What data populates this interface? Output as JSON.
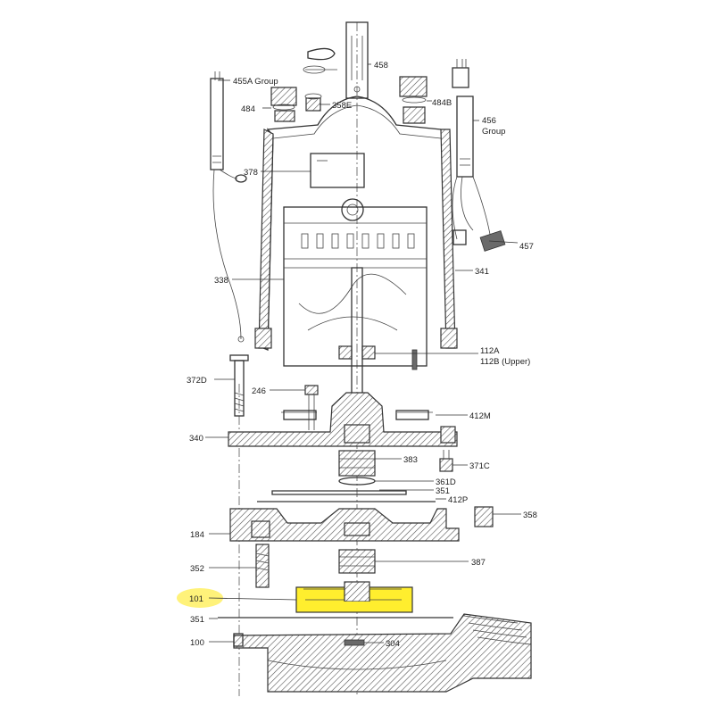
{
  "labels": {
    "p458": "458",
    "p455a": "455A Group",
    "p484l": "484",
    "p358e": "358E",
    "p484b": "484B",
    "p456a": "456",
    "p456b": "Group",
    "p378": "378",
    "p457": "457",
    "p338": "338",
    "p341": "341",
    "p112a": "112A",
    "p112b": "112B (Upper)",
    "p372d": "372D",
    "p246": "246",
    "p412m": "412M",
    "p340": "340",
    "p383": "383",
    "p371c": "371C",
    "p361d": "361D",
    "p351a": "351",
    "p412p": "412P",
    "p358": "358",
    "p184": "184",
    "p352": "352",
    "p387": "387",
    "p101": "101",
    "p351b": "351",
    "p100": "100",
    "p304": "304"
  },
  "colors": {
    "highlight_oval": "#fff27a",
    "highlight_part": "#ffee2e",
    "line": "#333333"
  }
}
